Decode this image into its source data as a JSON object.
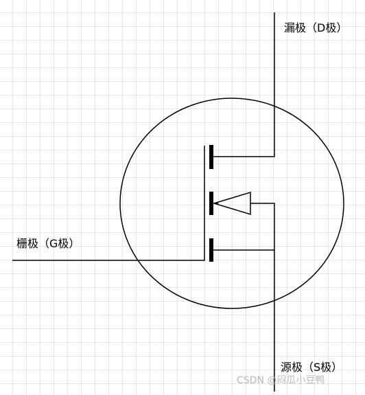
{
  "labels": {
    "drain": "漏极（D极）",
    "gate": "栅极（G极）",
    "source": "源极（S极）"
  },
  "watermark": "CSDN @闷瓜小豆鸭",
  "colors": {
    "stroke": "#000000",
    "grid": "#e4e4e4",
    "background": "#ffffff",
    "watermark": "#b8b8b8"
  }
}
